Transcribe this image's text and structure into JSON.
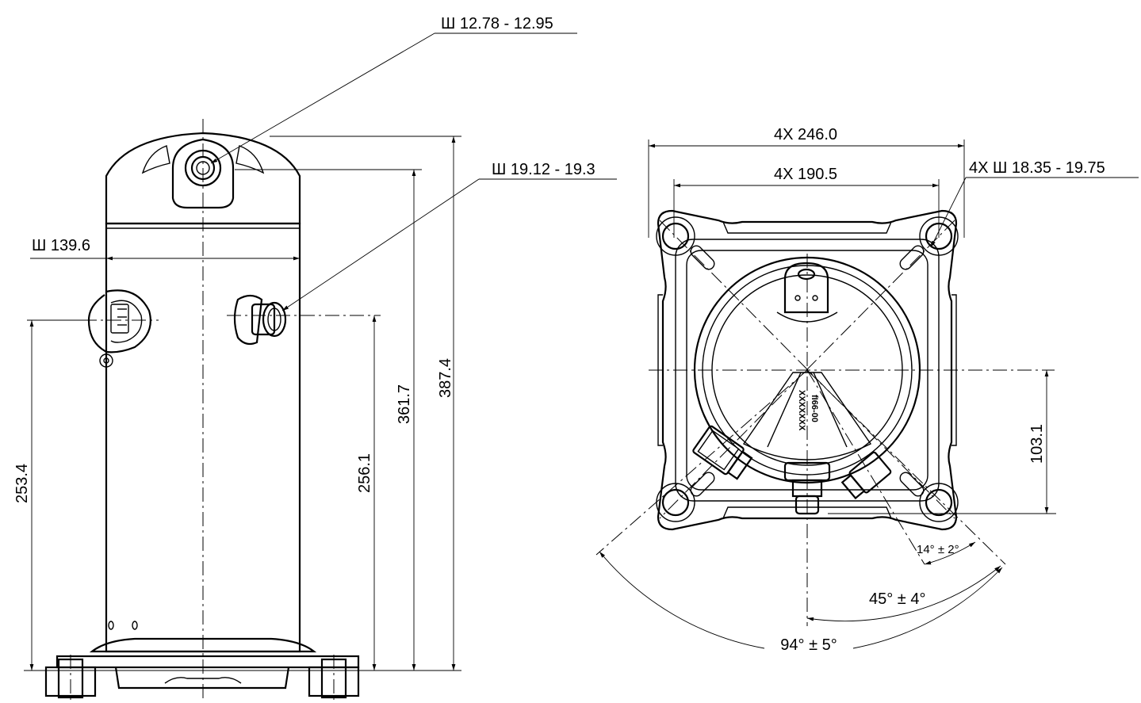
{
  "side_view": {
    "top_port_diameter": "Ш 12.78 - 12.95",
    "side_port_diameter": "Ш 19.12 - 19.3",
    "shell_diameter": "Ш 139.6",
    "height_total": "387.4",
    "height_top_port": "361.7",
    "height_side_port": "256.1",
    "height_terminal": "253.4"
  },
  "top_view": {
    "mount_spacing_outer": "4X 246.0",
    "mount_spacing_inner": "4X 190.5",
    "mount_hole_diameter": "4X Ш 18.35 - 19.75",
    "port_offset": "103.1",
    "angle_small": "14° ± 2°",
    "angle_medium": "45° ± 4°",
    "angle_large": "94° ± 5°",
    "label_code": "fI66-00",
    "label_serial": "XXXXXXX"
  }
}
